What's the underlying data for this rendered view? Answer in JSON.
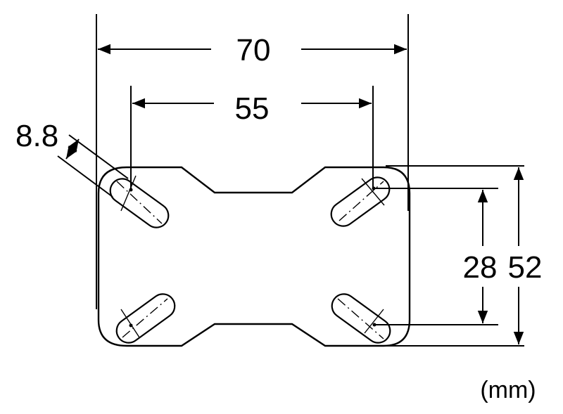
{
  "dimensions": {
    "overall_width": "70",
    "hole_pitch_width": "55",
    "slot_width": "8.8",
    "hole_pitch_height": "28",
    "overall_height": "52"
  },
  "unit_label": "(mm)",
  "colors": {
    "line": "#000000",
    "background": "#ffffff"
  }
}
